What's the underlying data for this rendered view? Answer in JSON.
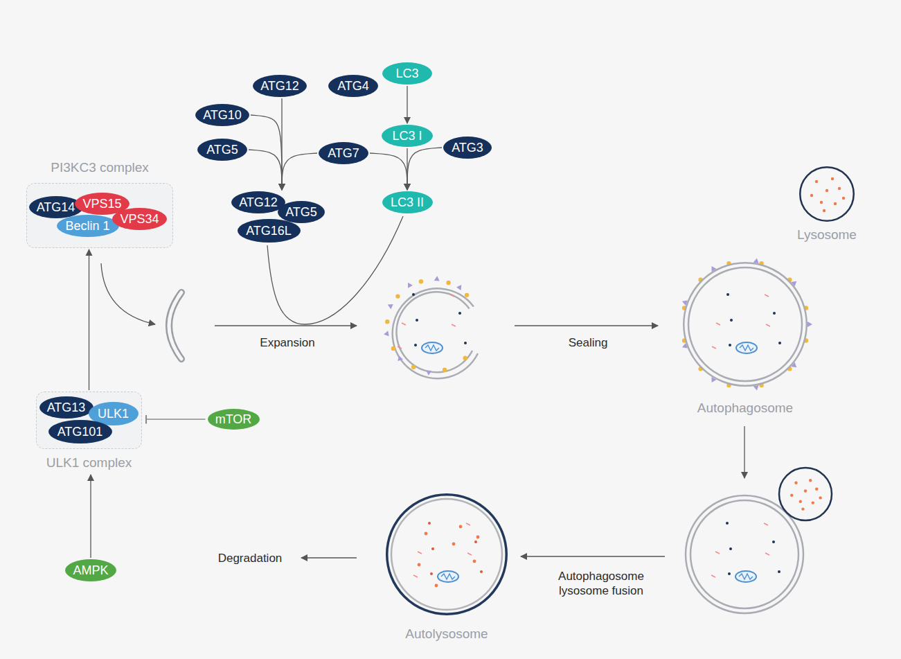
{
  "diagram": {
    "nodes": [
      {
        "text": [
          "ATG12"
        ]
      },
      {
        "text": [
          "LC3"
        ]
      },
      {
        "text": [
          "ATG4"
        ]
      },
      {
        "text": [
          "ATG10"
        ]
      },
      {
        "text": [
          "LC3 I"
        ]
      },
      {
        "text": [
          "ATG5"
        ]
      },
      {
        "text": [
          "ATG7"
        ]
      },
      {
        "text": [
          "ATG3"
        ]
      },
      {
        "text": [
          "PI3KC3 complex"
        ]
      },
      {
        "text": [
          "ATG14"
        ],
        "in": 8
      },
      {
        "text": [
          "VPS15"
        ],
        "in": 8
      },
      {
        "text": [
          "Beclin 1"
        ],
        "in": 8
      },
      {
        "text": [
          "VPS34"
        ],
        "in": 8
      },
      {
        "text": [
          "ATG12"
        ]
      },
      {
        "text": [
          "ATG5"
        ]
      },
      {
        "text": [
          "ATG16L"
        ]
      },
      {
        "text": [
          "LC3 II"
        ]
      },
      {
        "text": [
          "Lysosome"
        ]
      },
      {
        "text": [
          "Autophagosome"
        ]
      },
      {
        "text": [
          "ULK1 complex"
        ]
      },
      {
        "text": [
          "ATG13"
        ],
        "in": 19
      },
      {
        "text": [
          "ULK1"
        ],
        "in": 19
      },
      {
        "text": [
          "ATG101"
        ],
        "in": 19
      },
      {
        "text": [
          "mTOR"
        ]
      },
      {
        "text": [
          "AMPK"
        ]
      },
      {
        "text": [
          "Autolysosome"
        ]
      }
    ],
    "edges": [
      {
        "from": 24,
        "to": 19,
        "arrow": "to"
      },
      {
        "from": 23,
        "to": 19,
        "arrow": "to"
      },
      {
        "from": 19,
        "to": 8,
        "arrow": "to"
      },
      {
        "from": 0,
        "to": 13,
        "arrow": "to"
      },
      {
        "from": 3,
        "to": 13,
        "arrow": "to"
      },
      {
        "from": 5,
        "to": 13,
        "arrow": "to"
      },
      {
        "from": 6,
        "to": 13,
        "arrow": "to"
      },
      {
        "from": 1,
        "to": 4,
        "arrow": "to"
      },
      {
        "from": 4,
        "to": 16,
        "arrow": "to"
      },
      {
        "from": 6,
        "to": 16,
        "arrow": "to"
      },
      {
        "from": 7,
        "to": 16,
        "arrow": "to"
      }
    ],
    "labels": [
      "Expansion",
      "Sealing",
      "Autophagosome lysosome fusion",
      "Degradation"
    ]
  }
}
